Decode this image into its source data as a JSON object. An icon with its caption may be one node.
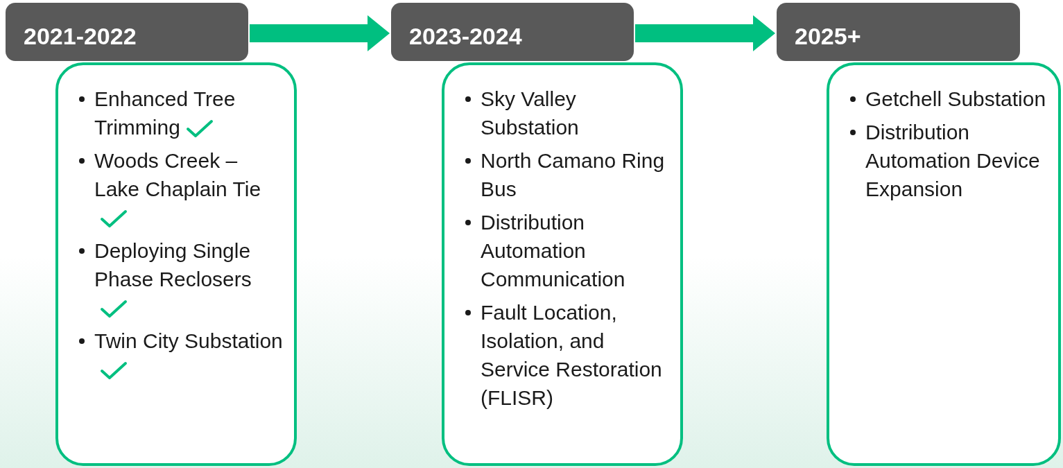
{
  "diagram": {
    "nodes": [
      {
        "text": [
          "2021-2022"
        ]
      },
      {
        "text": [
          "Enhanced Tree Trimming",
          "Woods Creek – Lake Chaplain Tie",
          "Deploying Single Phase Reclosers",
          "Twin City Substation"
        ]
      },
      {
        "text": [
          "2023-2024"
        ]
      },
      {
        "text": [
          "Sky Valley Substation",
          "North Camano Ring Bus",
          "Distribution Automation Communication",
          "Fault Location, Isolation, and Service Restoration (FLISR)"
        ]
      },
      {
        "text": [
          "2025+"
        ]
      },
      {
        "text": [
          "Getchell Substation",
          "Distribution Automation Device Expansion"
        ]
      }
    ],
    "edges": [
      {
        "from": 0,
        "to": 2,
        "arrow": "to"
      },
      {
        "from": 2,
        "to": 4,
        "arrow": "to"
      }
    ]
  }
}
